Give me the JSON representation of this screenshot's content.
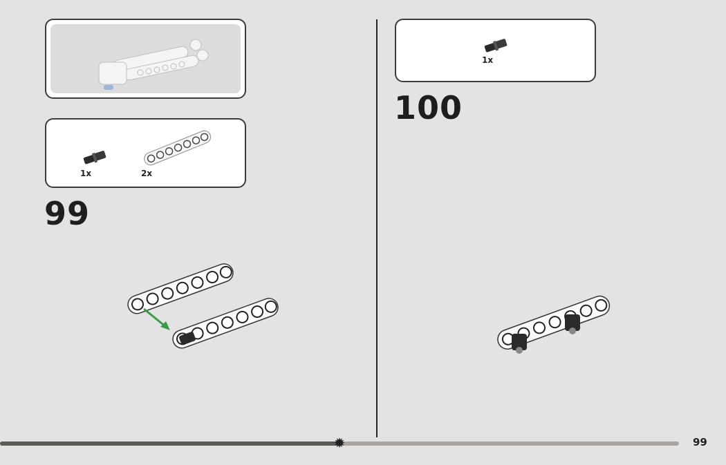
{
  "steps": [
    {
      "number": "99",
      "parts": [
        {
          "name": "axle-connector-black",
          "qty": "1x"
        },
        {
          "name": "technic-beam-7-white",
          "qty": "2x"
        }
      ]
    },
    {
      "number": "100",
      "parts": [
        {
          "name": "axle-connector-black",
          "qty": "1x"
        }
      ]
    }
  ],
  "footer": {
    "page_number": "99",
    "progress": 0.5
  },
  "colors": {
    "background": "#e3e3e3",
    "arrow": "#3a9a4a",
    "bar_dark": "#5a5a57",
    "bar_light": "#aaa5a0"
  }
}
